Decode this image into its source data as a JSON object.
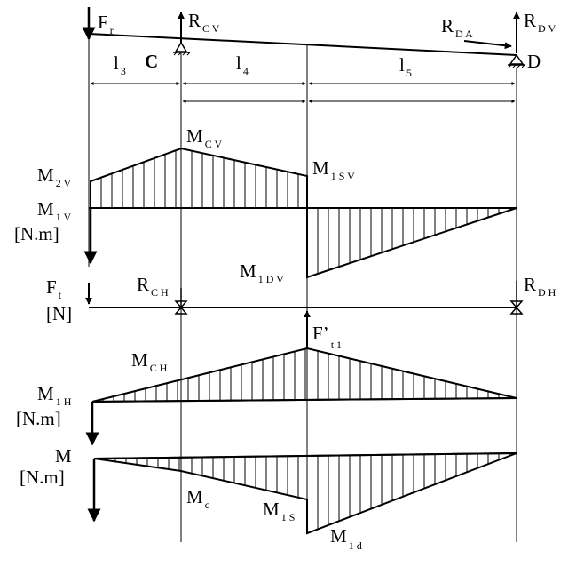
{
  "labels": {
    "fr": {
      "main": "F",
      "sub": "r"
    },
    "rcv": {
      "main": "R",
      "sub": "C V"
    },
    "rda": {
      "main": "R",
      "sub": "D A"
    },
    "rdv": {
      "main": "R",
      "sub": "D V"
    },
    "point_c": "C",
    "point_d": "D",
    "l3": {
      "main": "l",
      "sub": "3"
    },
    "l4": {
      "main": "l",
      "sub": "4"
    },
    "l5": {
      "main": "l",
      "sub": "5"
    },
    "mcv": {
      "main": "M",
      "sub": "C V"
    },
    "m2v": {
      "main": "M",
      "sub": "2 V"
    },
    "m1sv": {
      "main": "M",
      "sub": "1 S V"
    },
    "m1v": {
      "main": "M",
      "sub": "1 V"
    },
    "unit_nm_1": "[N.m]",
    "m1dv": {
      "main": "M",
      "sub": "1 D V"
    },
    "ft": {
      "main": "F",
      "sub": "t"
    },
    "unit_n": "[N]",
    "rch": {
      "main": "R",
      "sub": "C H"
    },
    "rdh": {
      "main": "R",
      "sub": "D H"
    },
    "ft1": {
      "main": "F’",
      "sub": "t 1"
    },
    "mch": {
      "main": "M",
      "sub": "C H"
    },
    "m1h": {
      "main": "M",
      "sub": "1 H"
    },
    "unit_nm_2": "[N.m]",
    "m": "M",
    "unit_nm_3": "[N.m]",
    "mc": {
      "main": "M",
      "sub": "c"
    },
    "m1s": {
      "main": "M",
      "sub": "1 S"
    },
    "m1d": {
      "main": "M",
      "sub": "1 d"
    }
  }
}
